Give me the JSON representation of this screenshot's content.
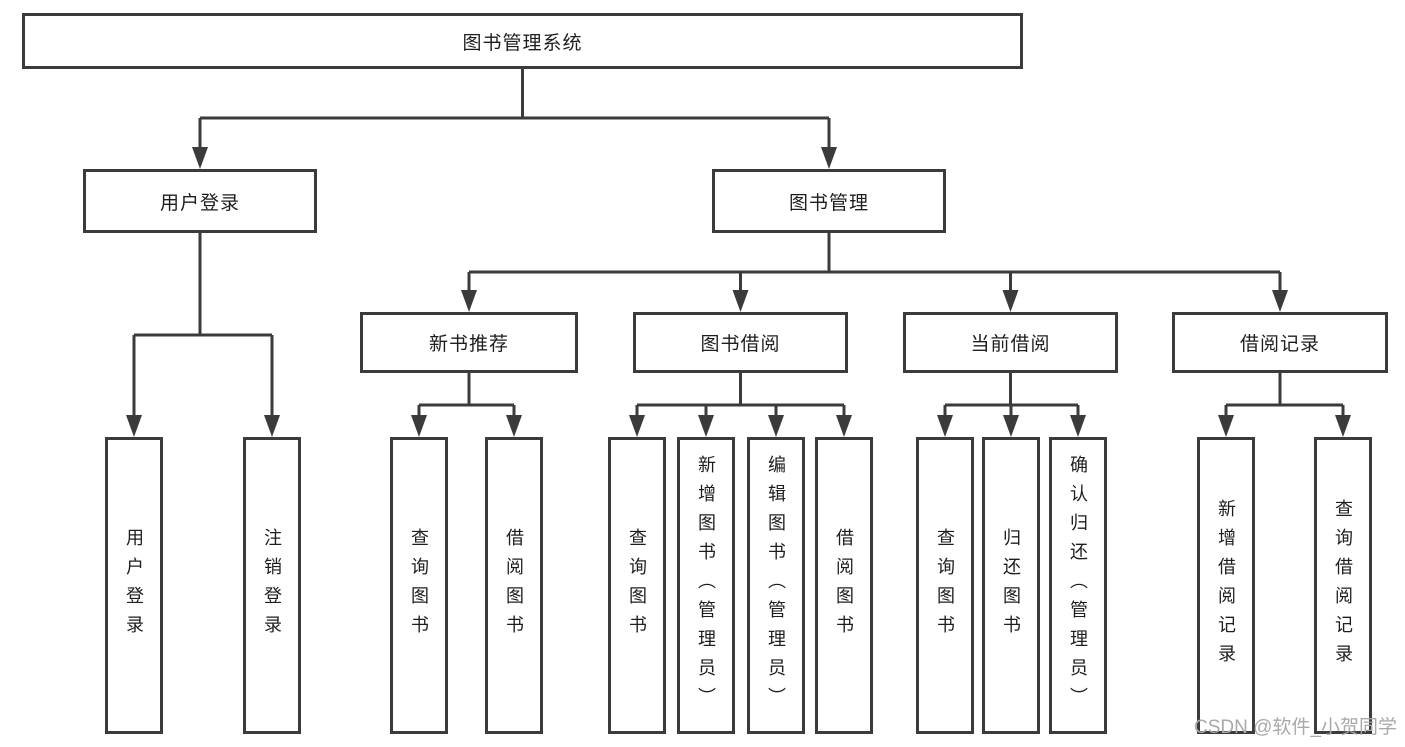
{
  "watermark": "CSDN @软件_小贺同学",
  "colors": {
    "line": "#3b3b3b",
    "text": "#1e1e1e",
    "watermark": "#a9a9a9",
    "background": "#ffffff"
  },
  "tree": {
    "id": "root",
    "label": "图书管理系统",
    "children": [
      {
        "id": "user-login",
        "label": "用户登录",
        "children": [
          {
            "id": "user-login-leaf",
            "label": "用户登录"
          },
          {
            "id": "logout-leaf",
            "label": "注销登录"
          }
        ]
      },
      {
        "id": "book-management",
        "label": "图书管理",
        "children": [
          {
            "id": "new-book-recommend",
            "label": "新书推荐",
            "children": [
              {
                "id": "query-books-1",
                "label": "查询图书"
              },
              {
                "id": "borrow-books-1",
                "label": "借阅图书"
              }
            ]
          },
          {
            "id": "book-borrow",
            "label": "图书借阅",
            "children": [
              {
                "id": "query-books-2",
                "label": "查询图书"
              },
              {
                "id": "add-books",
                "label": "新增图书（管理员）"
              },
              {
                "id": "edit-books",
                "label": "编辑图书（管理员）"
              },
              {
                "id": "borrow-books-2",
                "label": "借阅图书"
              }
            ]
          },
          {
            "id": "current-borrow",
            "label": "当前借阅",
            "children": [
              {
                "id": "query-books-3",
                "label": "查询图书"
              },
              {
                "id": "return-books",
                "label": "归还图书"
              },
              {
                "id": "confirm-return",
                "label": "确认归还（管理员）"
              }
            ]
          },
          {
            "id": "borrow-records",
            "label": "借阅记录",
            "children": [
              {
                "id": "add-borrow-record",
                "label": "新增借阅记录"
              },
              {
                "id": "query-borrow-record",
                "label": "查询借阅记录"
              }
            ]
          }
        ]
      }
    ]
  }
}
